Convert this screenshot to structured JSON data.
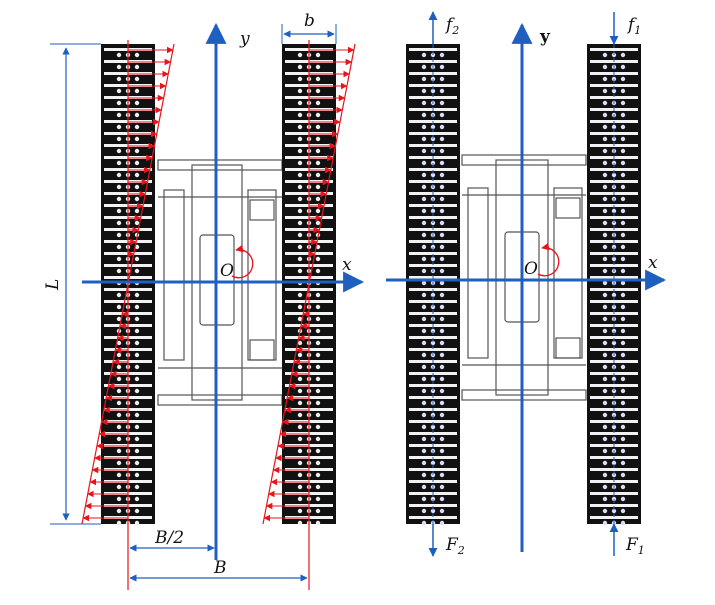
{
  "left_diagram": {
    "axis_x": "x",
    "axis_y": "y",
    "origin": "O",
    "dim_length": "L",
    "dim_track_width": "b",
    "dim_half_gauge": "B/2",
    "dim_gauge": "B"
  },
  "right_diagram": {
    "axis_x": "x",
    "axis_y": "y",
    "origin": "O",
    "force_f2": {
      "sym": "f",
      "sub": "2"
    },
    "force_f1": {
      "sym": "f",
      "sub": "1"
    },
    "force_F2": {
      "sym": "F",
      "sub": "2"
    },
    "force_F1": {
      "sym": "F",
      "sub": "1"
    }
  },
  "colors": {
    "axis_blue": "#1f5fbf",
    "shear_red": "#e8141c",
    "track_black": "#111111",
    "frame_gray": "#555555"
  }
}
